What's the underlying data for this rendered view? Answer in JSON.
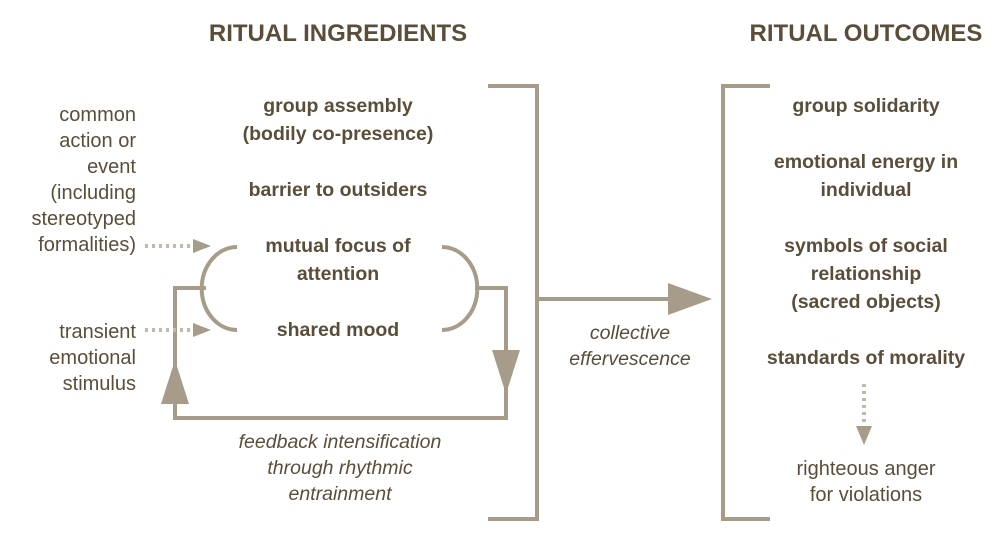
{
  "headings": {
    "ingredients": "RITUAL INGREDIENTS",
    "outcomes": "RITUAL OUTCOMES"
  },
  "ingredients": {
    "group_assembly": [
      "group assembly",
      "(bodily co-presence)"
    ],
    "barrier": "barrier to outsiders",
    "mutual_focus": [
      "mutual focus of",
      "attention"
    ],
    "shared_mood": "shared mood"
  },
  "inputs": {
    "common_action": [
      "common",
      "action or",
      "event",
      "(including",
      "stereotyped",
      "formalities)"
    ],
    "transient_stimulus": [
      "transient",
      "emotional",
      "stimulus"
    ]
  },
  "feedback_label": [
    "feedback intensification",
    "through rhythmic",
    "entrainment"
  ],
  "transition_label": [
    "collective",
    "effervescence"
  ],
  "outcomes": {
    "solidarity": "group solidarity",
    "emotional_energy": [
      "emotional energy in",
      "individual"
    ],
    "symbols": [
      "symbols of social",
      "relationship",
      "(sacred objects)"
    ],
    "morality": "standards of morality"
  },
  "consequence": [
    "righteous anger",
    "for violations"
  ],
  "colors": {
    "text": "#5a4e3b",
    "line": "#a79c8a",
    "dotted": "#c3b9a9"
  }
}
